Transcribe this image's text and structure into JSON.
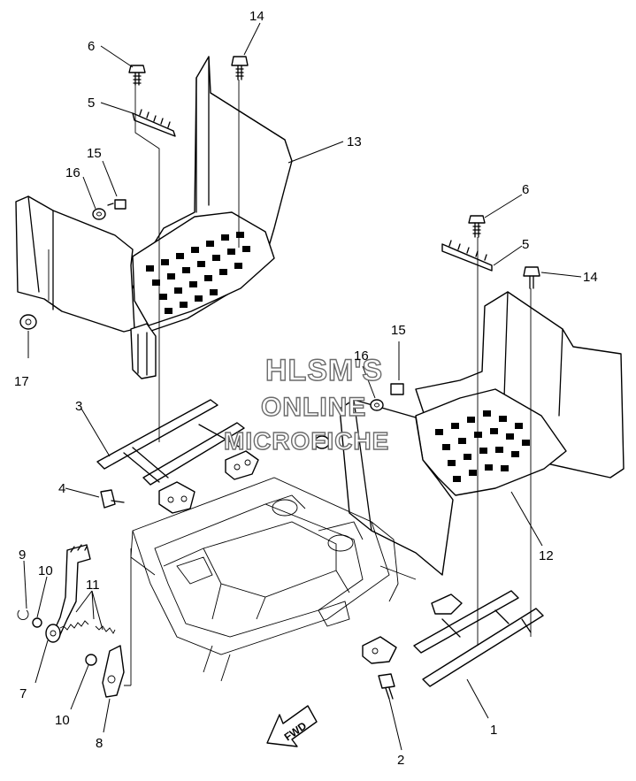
{
  "callouts": {
    "c1": "1",
    "c2": "2",
    "c3": "3",
    "c4": "4",
    "c5a": "5",
    "c5b": "5",
    "c6a": "6",
    "c6b": "6",
    "c7": "7",
    "c8": "8",
    "c9": "9",
    "c10a": "10",
    "c10b": "10",
    "c11": "11",
    "c12": "12",
    "c13": "13",
    "c14a": "14",
    "c14b": "14",
    "c15a": "15",
    "c15b": "15",
    "c16a": "16",
    "c16b": "16",
    "c17": "17"
  },
  "watermark": {
    "line1": "HLSM'S",
    "line2": "ONLINE",
    "line3": "MICROFICHE"
  },
  "direction_arrow": {
    "label": "FWD"
  },
  "icons": {
    "direction": "fwd-arrow-icon"
  }
}
